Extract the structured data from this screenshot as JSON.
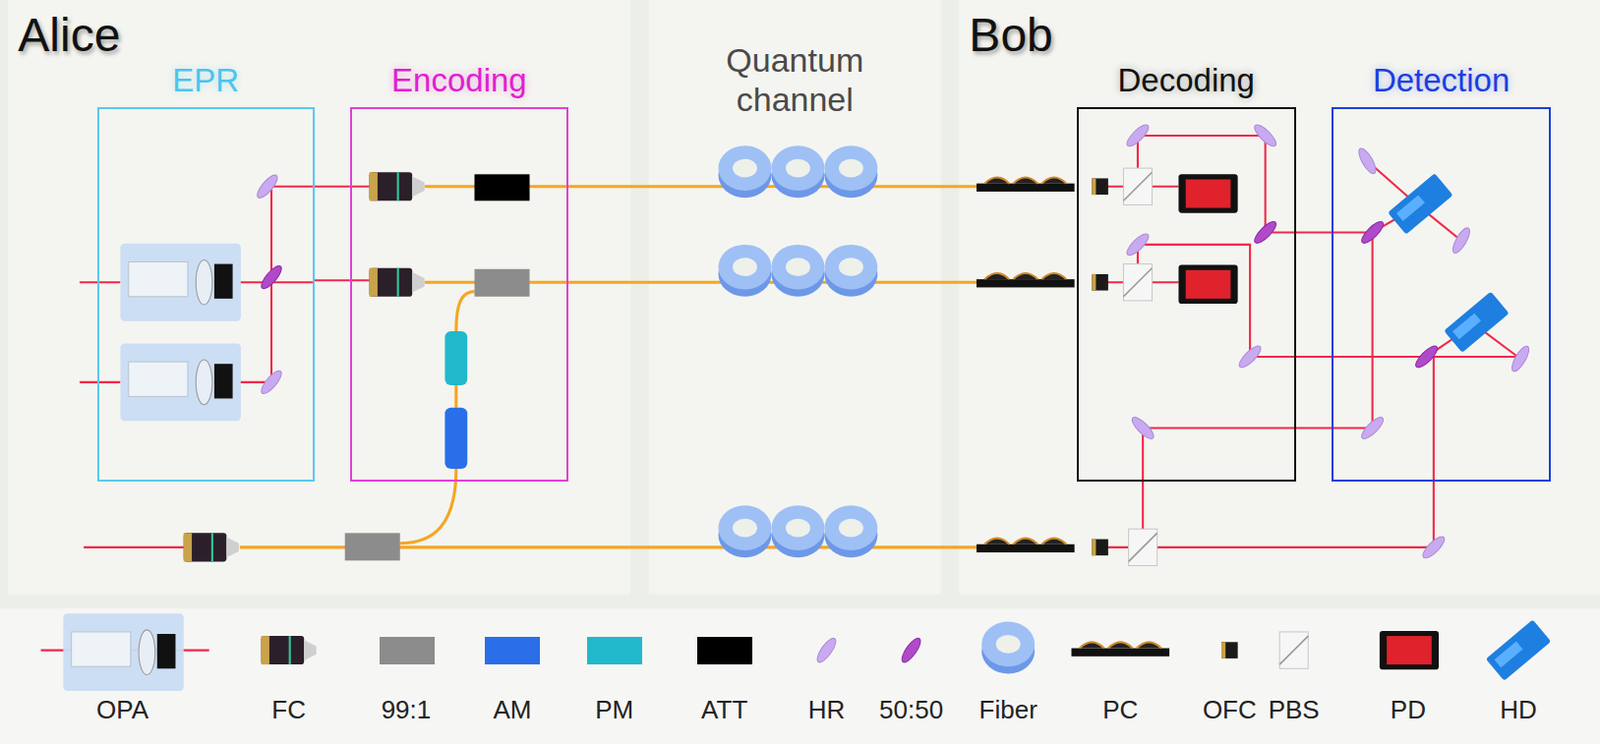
{
  "diagram": {
    "nodes": [
      {
        "text": [
          "Alice"
        ]
      },
      {
        "text": [
          "EPR"
        ],
        "in": 0
      },
      {
        "text": [
          "Encoding"
        ],
        "in": 0
      },
      {
        "text": [
          "Quantum channel"
        ]
      },
      {
        "text": [
          "Bob"
        ]
      },
      {
        "text": [
          "Decoding"
        ],
        "in": 4
      },
      {
        "text": [
          "Detection"
        ],
        "in": 4
      }
    ],
    "edges": [
      {
        "from": 1,
        "to": 2,
        "arrow": "none"
      },
      {
        "from": 1,
        "to": 2,
        "arrow": "none"
      },
      {
        "from": 5,
        "to": 6,
        "arrow": "none"
      },
      {
        "from": 5,
        "to": 6,
        "arrow": "none"
      }
    ],
    "legend": [
      {
        "text": "OPA"
      },
      {
        "text": "FC"
      },
      {
        "text": "99:1",
        "color": "#8c8c8c"
      },
      {
        "text": "AM",
        "color": "#2a6fe8"
      },
      {
        "text": "PM",
        "color": "#22b8cc"
      },
      {
        "text": "ATT",
        "color": "#000000"
      },
      {
        "text": "HR"
      },
      {
        "text": "50:50"
      },
      {
        "text": "Fiber"
      },
      {
        "text": "PC"
      },
      {
        "text": "OFC"
      },
      {
        "text": "PBS"
      },
      {
        "text": "PD"
      },
      {
        "text": "HD"
      }
    ]
  }
}
